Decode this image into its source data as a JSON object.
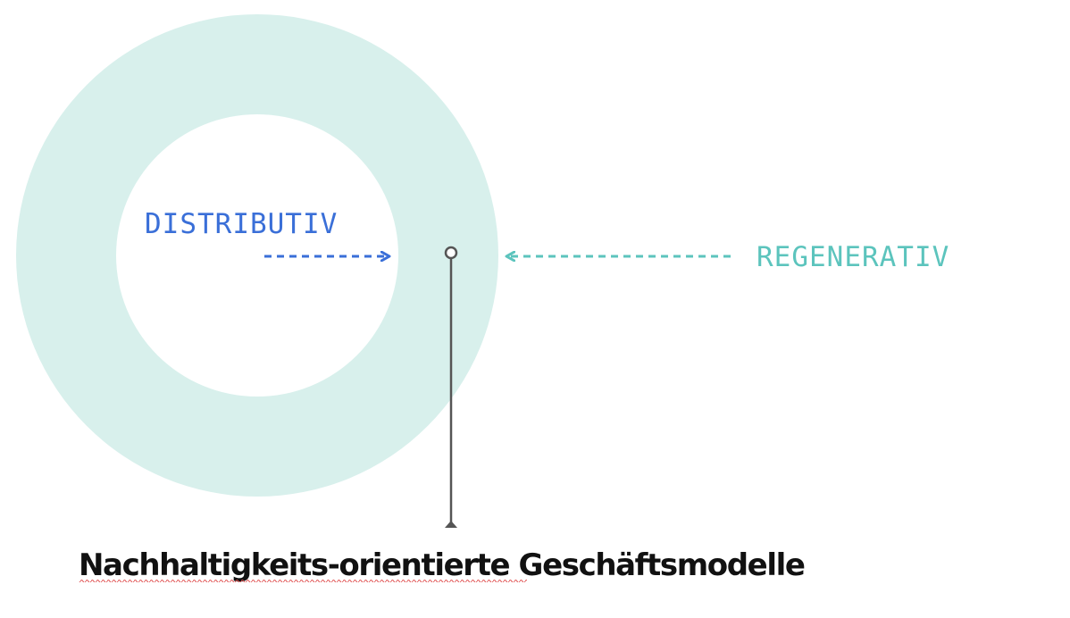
{
  "labels": {
    "distributiv": "DISTRIBUTIV",
    "regenerativ": "REGENERATIV",
    "title_part1": "Nachhaltigkeits-orientierte",
    "title_part2": " Geschäftsmodelle"
  },
  "colors": {
    "ring": "#d8f0ec",
    "distributiv": "#3a6fd8",
    "regenerativ": "#5cc4bd",
    "connector": "#555555",
    "title": "#111111",
    "spellcheck": "#e05050"
  }
}
